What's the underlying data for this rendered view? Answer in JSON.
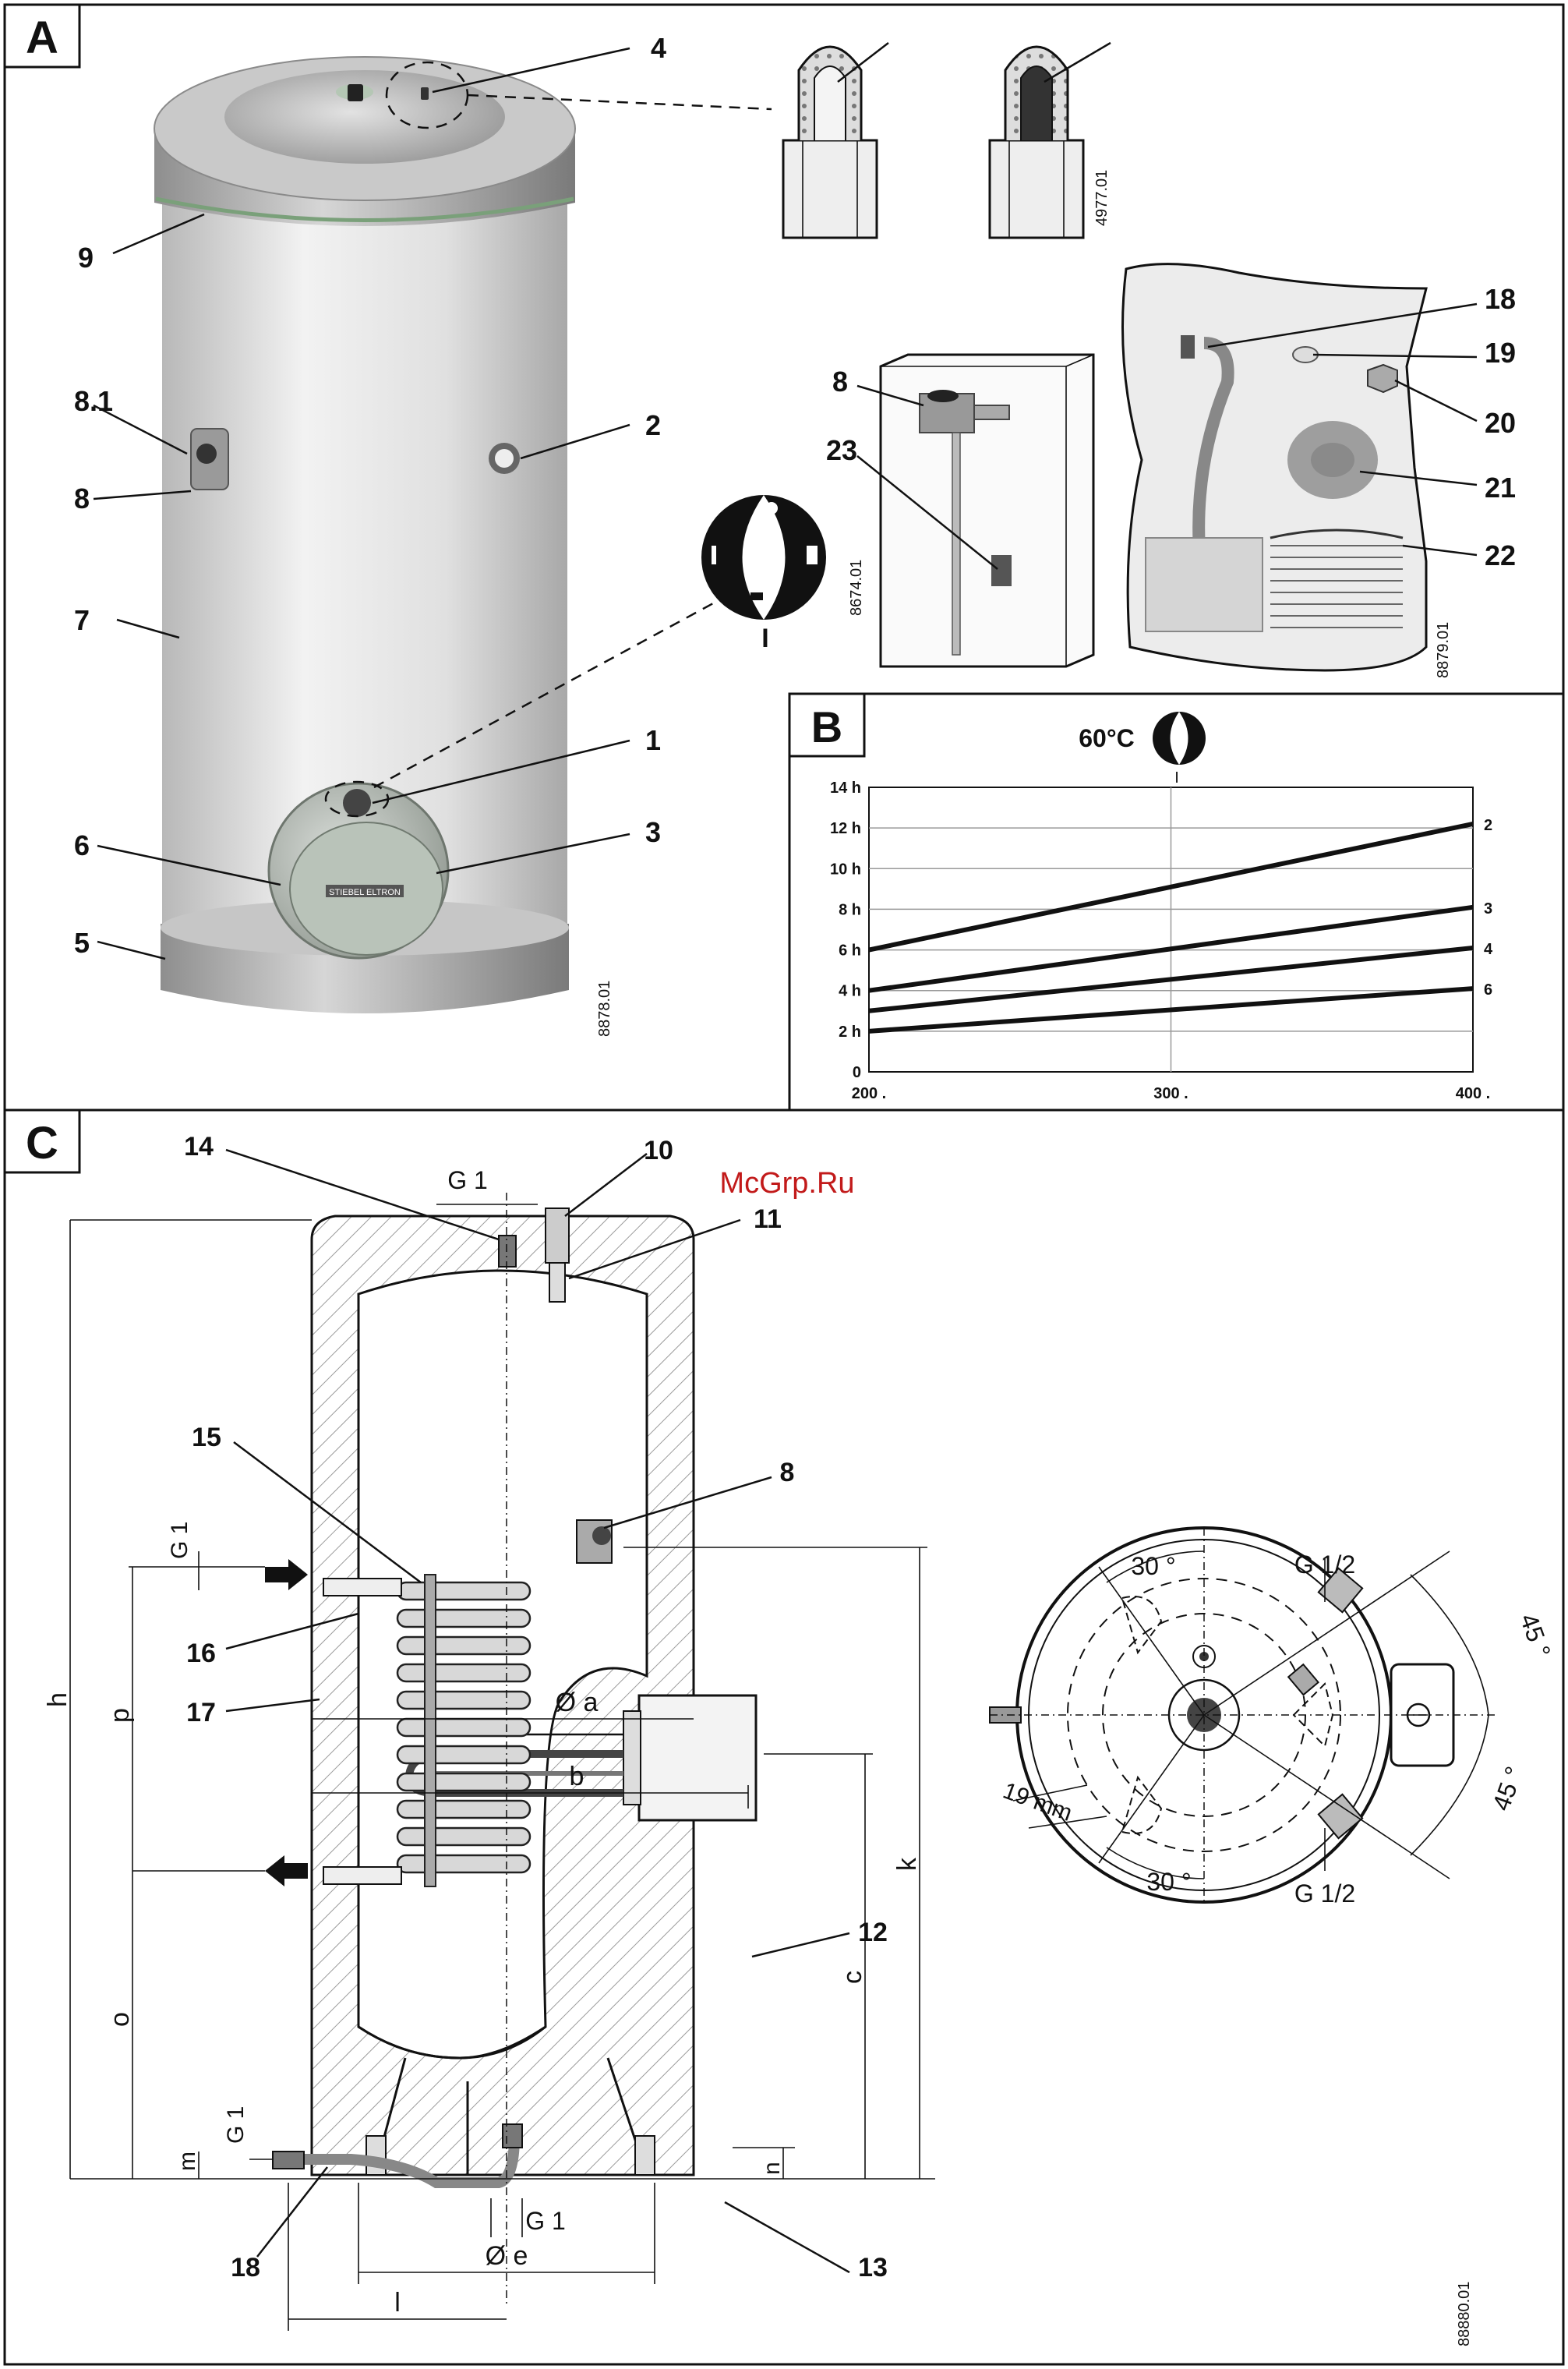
{
  "panels": {
    "a": {
      "tag": "A",
      "labels": {
        "n1": "1",
        "n2": "2",
        "n3": "3",
        "n4": "4",
        "n5": "5",
        "n6": "6",
        "n7": "7",
        "n8": "8",
        "n81": "8.1",
        "n9": "9",
        "n8b": "8",
        "n23": "23",
        "n18": "18",
        "n19": "19",
        "n20": "20",
        "n21": "21",
        "n22": "22",
        "dial_mark": "I"
      },
      "refs": {
        "main": "8878.01",
        "anode": "4977.01",
        "thermostat": "8674.01",
        "internal": "8879.01"
      },
      "brand_plate": "STIEBEL ELTRON"
    },
    "b": {
      "tag": "B",
      "setting": "60°C",
      "dial_mark": "I"
    },
    "c": {
      "tag": "C",
      "watermark": "McGrp.Ru",
      "ref": "88880.01",
      "labels": {
        "n14": "14",
        "n10": "10",
        "n11": "11",
        "n15": "15",
        "n8": "8",
        "n16": "16",
        "n17": "17",
        "n12": "12",
        "n13": "13",
        "n18": "18",
        "g1_top": "G 1",
        "g1_left": "G 1",
        "g1_bottom": "G 1",
        "g1_low": "G 1",
        "h": "h",
        "p": "p",
        "o": "o",
        "m": "m",
        "k": "k",
        "c": "c",
        "n": "n",
        "a": "Ø a",
        "b": "b",
        "e": "Ø e",
        "l": "l",
        "ang30a": "30 °",
        "ang30b": "30 °",
        "ang45a": "45 °",
        "ang45b": "45 °",
        "g12_top": "G 1/2",
        "g12_bottom": "G 1/2",
        "mm19": "19 mm"
      }
    }
  },
  "chart_data": {
    "type": "line",
    "title": "",
    "xlabel": "",
    "ylabel": "",
    "x": [
      200,
      400
    ],
    "xticks": [
      "200 .",
      "300 .",
      "400 ."
    ],
    "yticks": [
      "0",
      "2 h",
      "4 h",
      "6 h",
      "8 h",
      "10 h",
      "12 h",
      "14 h"
    ],
    "xlim": [
      200,
      400
    ],
    "ylim": [
      0,
      14
    ],
    "grid": true,
    "series": [
      {
        "name": "2",
        "values": [
          6,
          12.2
        ]
      },
      {
        "name": "3",
        "values": [
          4,
          8.1
        ]
      },
      {
        "name": "4",
        "values": [
          3,
          6.1
        ]
      },
      {
        "name": "6",
        "values": [
          2,
          4.1
        ]
      }
    ]
  }
}
